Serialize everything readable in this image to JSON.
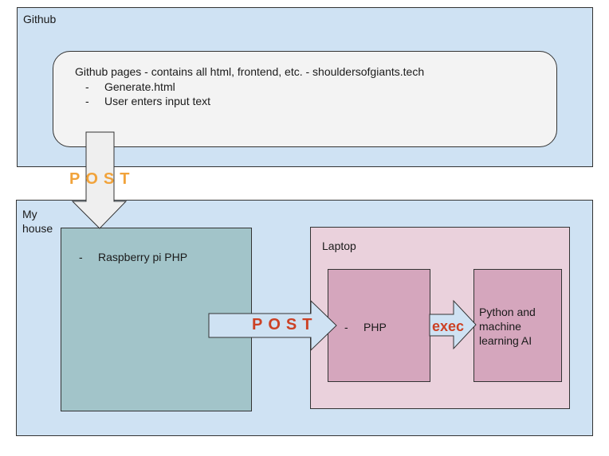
{
  "github": {
    "label": "Github",
    "pages_title": "Github pages - contains all html, frontend, etc. - shouldersofgiants.tech",
    "items": [
      {
        "dash": "-",
        "text": "Generate.html"
      },
      {
        "dash": "-",
        "text": "User enters input text"
      }
    ]
  },
  "house": {
    "label_line1": "My",
    "label_line2": "house",
    "pi_dash": "-",
    "pi_text": "Raspberry pi PHP",
    "laptop": {
      "label": "Laptop",
      "php_dash": "-",
      "php_text": "PHP",
      "ai_text": "Python and machine learning AI"
    }
  },
  "arrows": {
    "post_top": "POST",
    "post_middle": "POST",
    "exec": "exec"
  },
  "colors": {
    "region_fill": "#cfe2f3",
    "pages_fill": "#f3f3f3",
    "pi_fill": "#a2c4c9",
    "laptop_fill": "#ead1dc",
    "inner_fill": "#d5a6bd",
    "post_top_color": "#f1a33b",
    "post_middle_color": "#cc4125",
    "exec_color": "#cc4125"
  }
}
